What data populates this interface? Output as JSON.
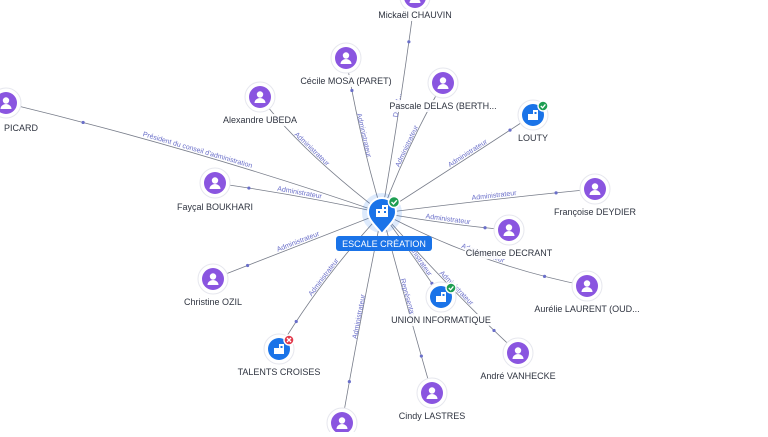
{
  "center": {
    "label": "ESCALE CRÉATION",
    "icon": "building-icon",
    "status": "active",
    "color": "#1a73e8"
  },
  "colors": {
    "person": "#8a55e0",
    "company": "#1a73e8",
    "edge": "#4a5061",
    "edge_label": "#6a6fc9",
    "ok": "#1e9e52",
    "closed": "#e23a4c"
  },
  "nodes": [
    {
      "id": "mickael",
      "label": "Mickaël CHAUVIN",
      "kind": "person"
    },
    {
      "id": "cecile",
      "label": "Cécile MOSA (PARET)",
      "kind": "person"
    },
    {
      "id": "pascale",
      "label": "Pascale DELAS (BERTH...",
      "kind": "person"
    },
    {
      "id": "louty",
      "label": "LOUTY",
      "kind": "company",
      "status": "active"
    },
    {
      "id": "picard",
      "label": "PICARD",
      "kind": "person"
    },
    {
      "id": "alexandre",
      "label": "Alexandre UBEDA",
      "kind": "person"
    },
    {
      "id": "faycal",
      "label": "Fayçal BOUKHARI",
      "kind": "person"
    },
    {
      "id": "francoise",
      "label": "Françoise DEYDIER",
      "kind": "person"
    },
    {
      "id": "clemence",
      "label": "Clémence DECRANT",
      "kind": "person"
    },
    {
      "id": "christine",
      "label": "Christine OZIL",
      "kind": "person"
    },
    {
      "id": "aurelie",
      "label": "Aurélie LAURENT (OUD...",
      "kind": "person"
    },
    {
      "id": "union",
      "label": "UNION INFORMATIQUE",
      "kind": "company",
      "status": "active"
    },
    {
      "id": "talents",
      "label": "TALENTS CROISES",
      "kind": "company",
      "status": "closed"
    },
    {
      "id": "andre",
      "label": "André VANHECKE",
      "kind": "person"
    },
    {
      "id": "cindy",
      "label": "Cindy LASTRES",
      "kind": "person"
    },
    {
      "id": "bottom",
      "label": "",
      "kind": "person"
    }
  ],
  "edges": [
    {
      "from": "center",
      "to": "mickael",
      "label": "Direct..."
    },
    {
      "from": "center",
      "to": "cecile",
      "label": "Administrateur"
    },
    {
      "from": "center",
      "to": "pascale",
      "label": "Administrateur"
    },
    {
      "from": "center",
      "to": "louty",
      "label": "Administrateur"
    },
    {
      "from": "center",
      "to": "picard",
      "label": "Président du conseil d'administration"
    },
    {
      "from": "center",
      "to": "alexandre",
      "label": "Administrateur"
    },
    {
      "from": "center",
      "to": "faycal",
      "label": "Administrateur"
    },
    {
      "from": "center",
      "to": "francoise",
      "label": "Administrateur"
    },
    {
      "from": "center",
      "to": "clemence",
      "label": "Administrateur"
    },
    {
      "from": "center",
      "to": "christine",
      "label": "Administrateur"
    },
    {
      "from": "center",
      "to": "aurelie",
      "label": "Administrateur"
    },
    {
      "from": "center",
      "to": "union",
      "label": "Administrateur"
    },
    {
      "from": "center",
      "to": "talents",
      "label": "Administrateur"
    },
    {
      "from": "center",
      "to": "andre",
      "label": "Administrateur"
    },
    {
      "from": "center",
      "to": "cindy",
      "label": "Représentant"
    },
    {
      "from": "center",
      "to": "bottom",
      "label": "Administrateur"
    }
  ]
}
